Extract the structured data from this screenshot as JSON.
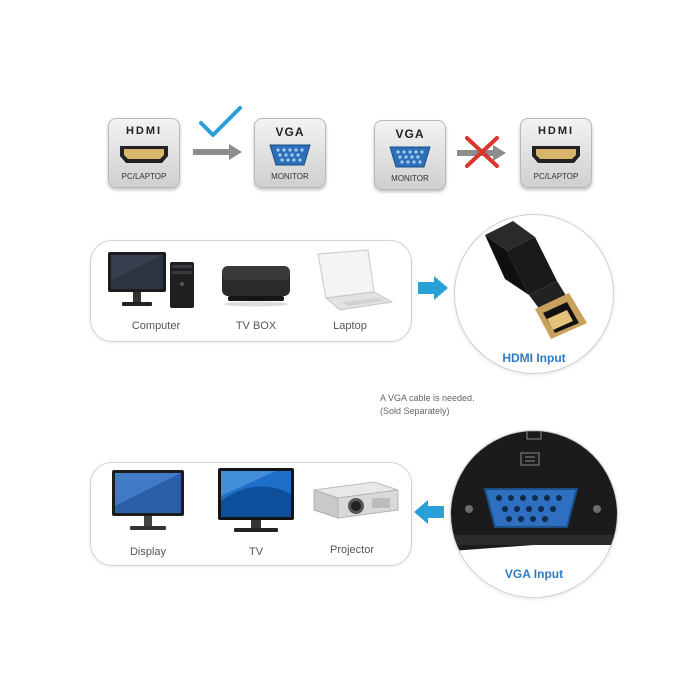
{
  "compat_diagram": {
    "left": {
      "source": {
        "title": "HDMI",
        "subtitle": "PC/LAPTOP"
      },
      "target": {
        "title": "VGA",
        "subtitle": "MONITOR"
      },
      "status": "check-icon",
      "status_color": "#2aa0d8"
    },
    "right": {
      "source": {
        "title": "VGA",
        "subtitle": "MONITOR"
      },
      "target": {
        "title": "HDMI",
        "subtitle": "PC/LAPTOP"
      },
      "status": "cross-icon",
      "status_color": "#d9362c"
    }
  },
  "input_section": {
    "devices": [
      {
        "label": "Computer"
      },
      {
        "label": "TV BOX"
      },
      {
        "label": "Laptop"
      }
    ],
    "connector_label": "HDMI Input"
  },
  "note": {
    "line1": "A VGA cable is needed.",
    "line2": "(Sold Separately)"
  },
  "output_section": {
    "devices": [
      {
        "label": "Display"
      },
      {
        "label": "TV"
      },
      {
        "label": "Projector"
      }
    ],
    "connector_label": "VGA Input"
  },
  "accent_color": "#2f7bc0"
}
